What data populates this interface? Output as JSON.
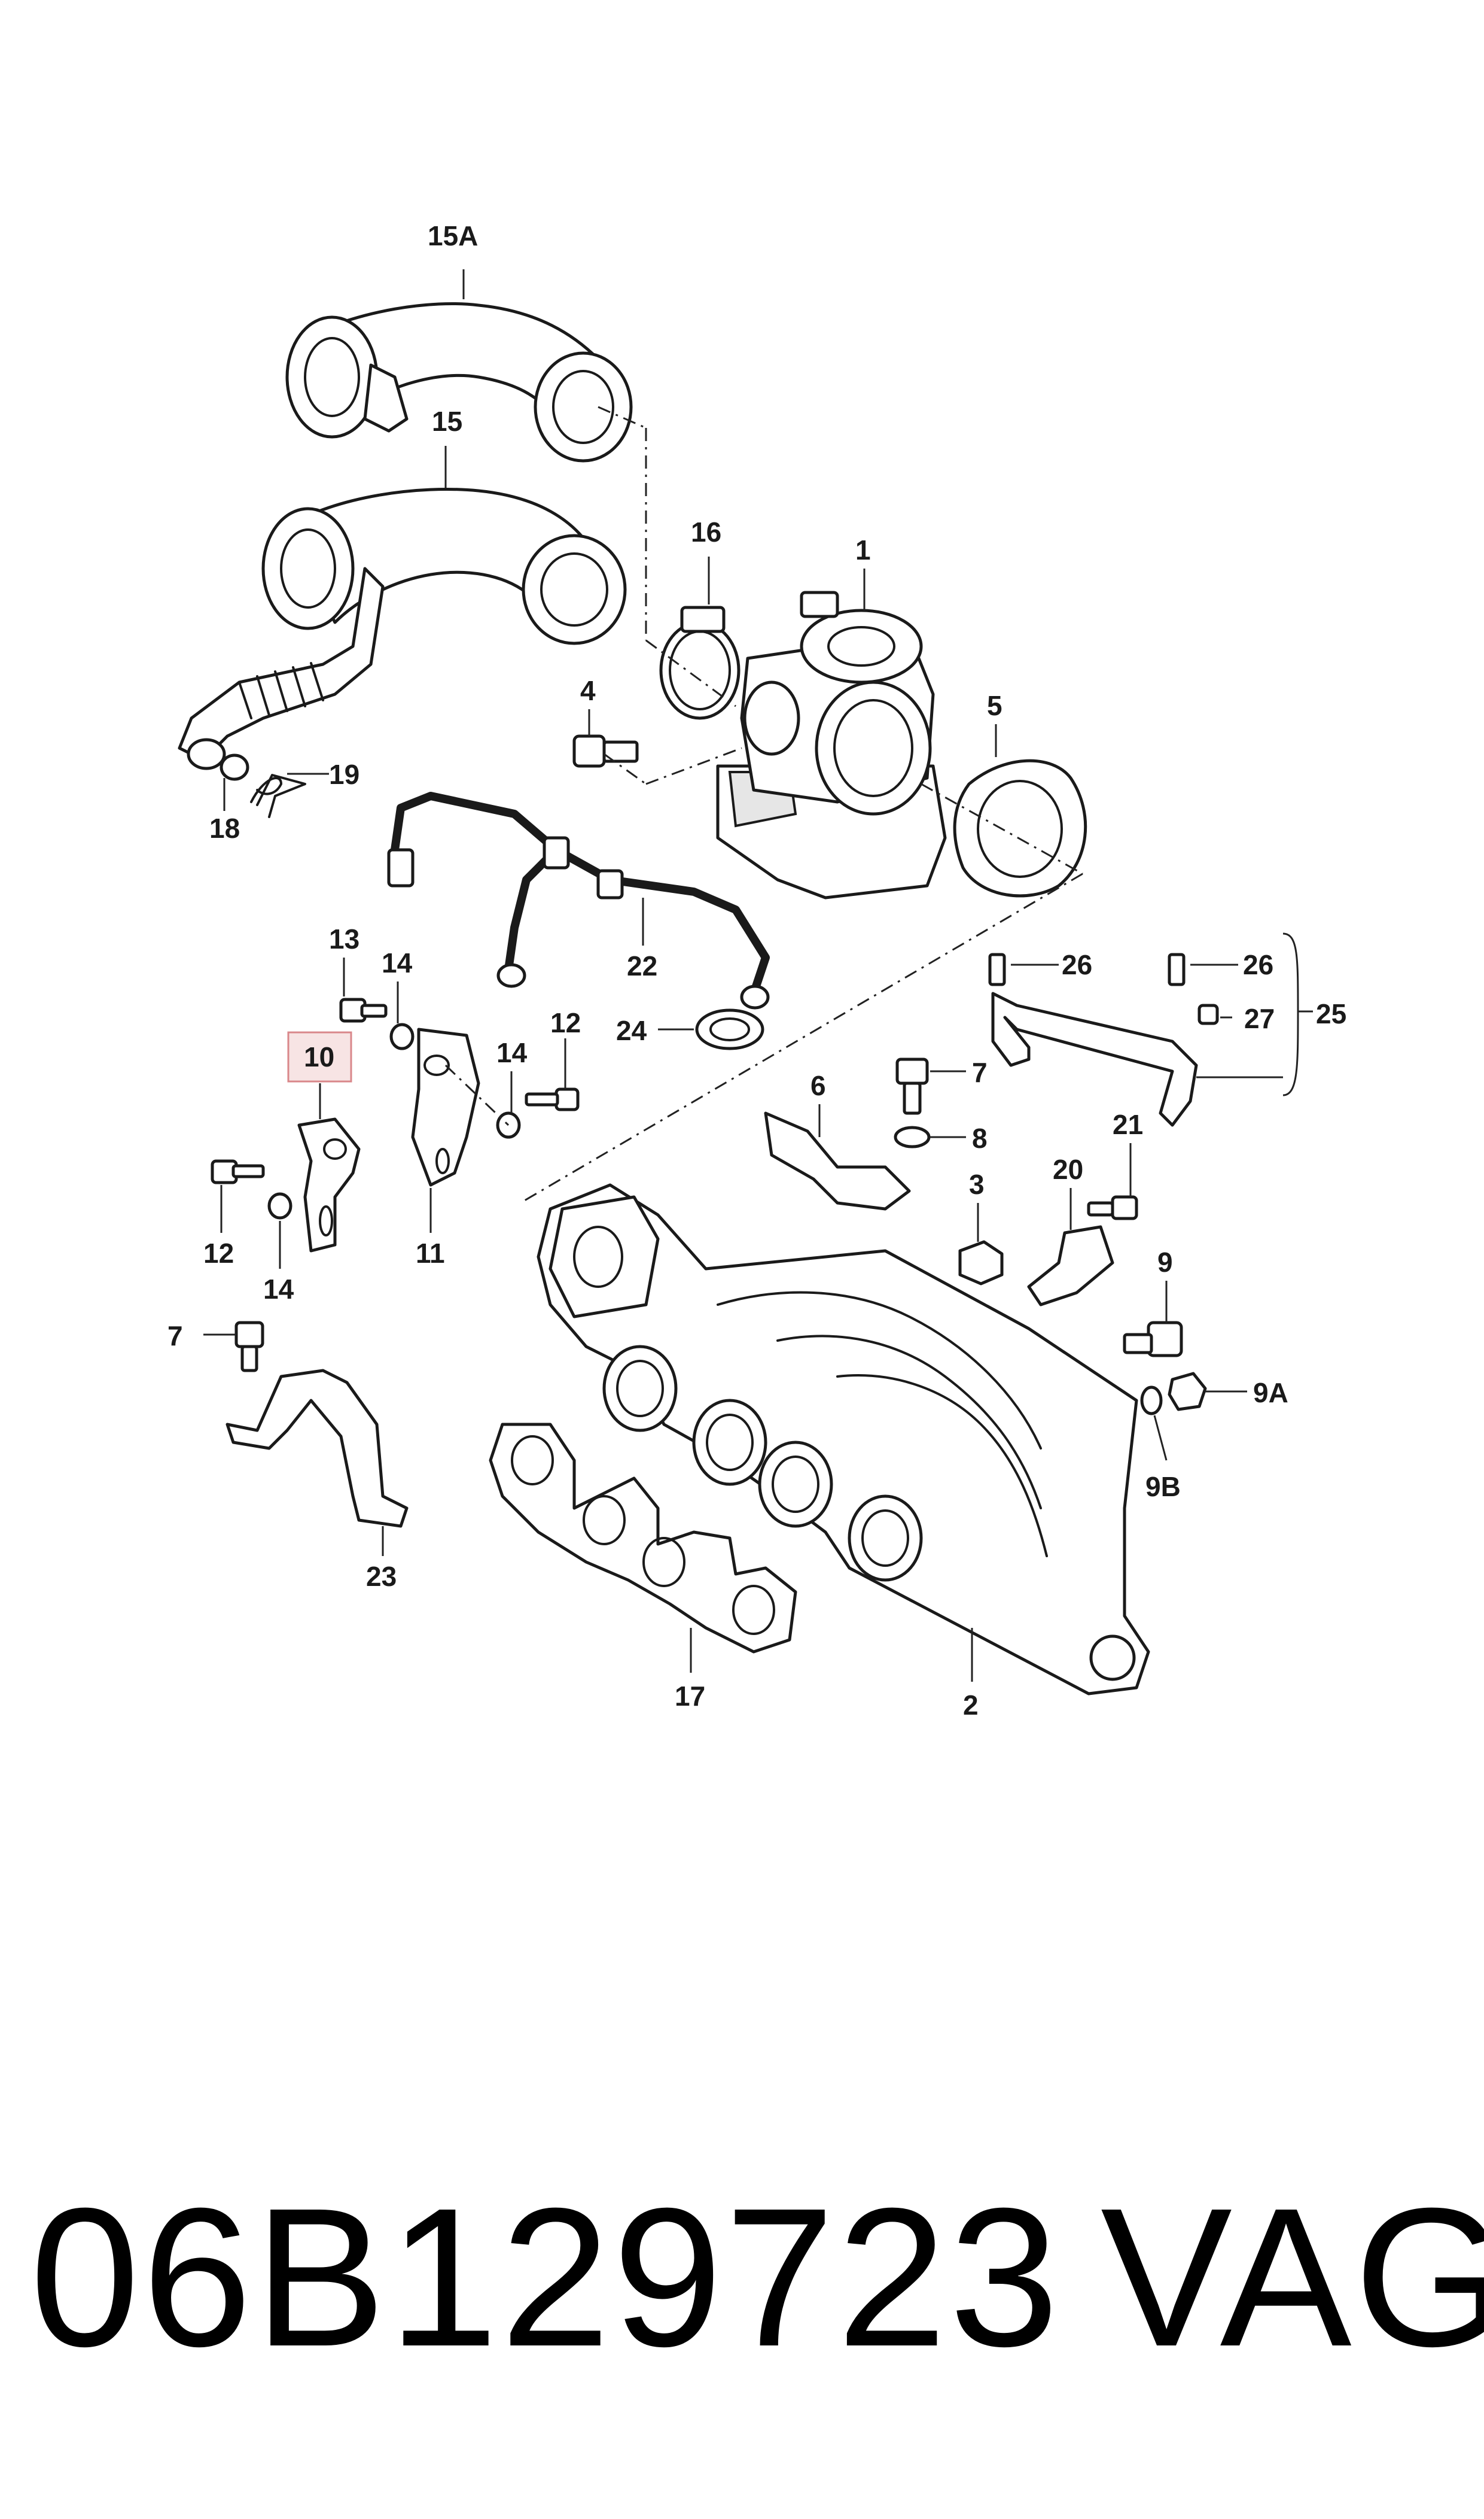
{
  "diagram": {
    "callouts": [
      "15A",
      "15",
      "16",
      "1",
      "4",
      "19",
      "18",
      "5",
      "13",
      "14",
      "12",
      "10",
      "14",
      "12",
      "14",
      "11",
      "22",
      "24",
      "26",
      "26",
      "27",
      "25",
      "6",
      "7",
      "8",
      "3",
      "20",
      "21",
      "9",
      "9A",
      "9B",
      "7",
      "23",
      "17",
      "2"
    ],
    "highlighted": "10"
  },
  "footer": {
    "part_number": "06B129723",
    "brand": "VAG"
  }
}
